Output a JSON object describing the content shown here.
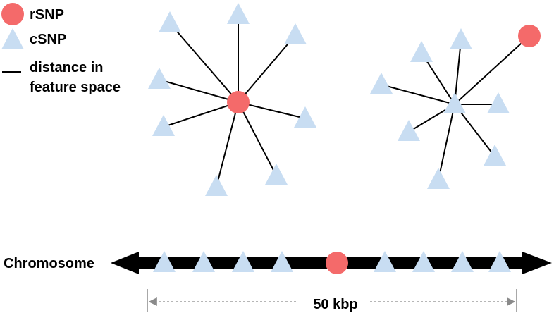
{
  "legend": {
    "items": [
      {
        "label": "rSNP",
        "symbol": "circle-icon"
      },
      {
        "label": "cSNP",
        "symbol": "triangle-icon"
      },
      {
        "label_lines": [
          "distance in",
          "feature space"
        ],
        "symbol": "line-icon"
      }
    ]
  },
  "chromosome": {
    "label": "Chromosome",
    "scale_label": "50 kbp"
  },
  "colors": {
    "rsnp": "#f46a6a",
    "csnp": "#c8ddf2",
    "line": "#000000",
    "dashed": "#8a8a8a",
    "text": "#000000"
  }
}
